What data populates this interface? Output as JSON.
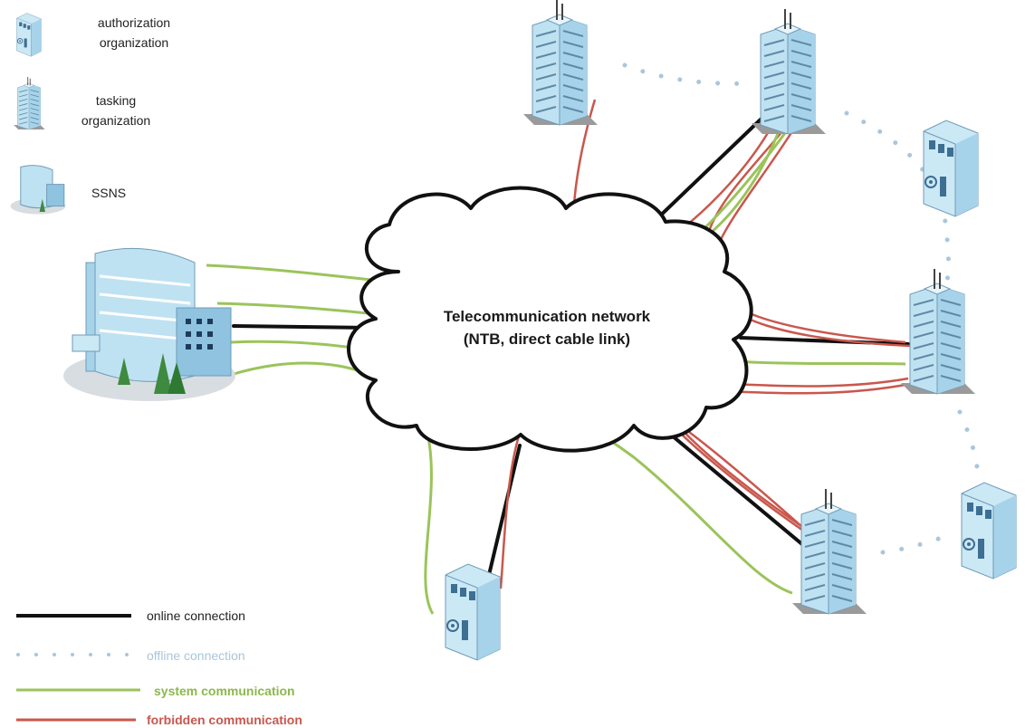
{
  "cloud": {
    "line1": "Telecommunication network",
    "line2": "(NTB, direct cable link)"
  },
  "icon_legend": {
    "authorization": [
      "authorization",
      "organization"
    ],
    "tasking": [
      "tasking",
      "organization"
    ],
    "ssns": "SSNS"
  },
  "line_legend": {
    "online": "online connection",
    "offline": "offline connection",
    "system": "system communication",
    "forbidden": "forbidden communication"
  },
  "colors": {
    "online": "#111111",
    "offline": "#a9c6dc",
    "system": "#9bc45a",
    "forbidden": "#c9574d",
    "building_blue": "#bfe2f2",
    "building_dark": "#6f9bb7"
  },
  "icons": {
    "authorization": "authorization-organization-icon",
    "tasking": "tasking-organization-icon",
    "ssns": "ssns-icon"
  }
}
